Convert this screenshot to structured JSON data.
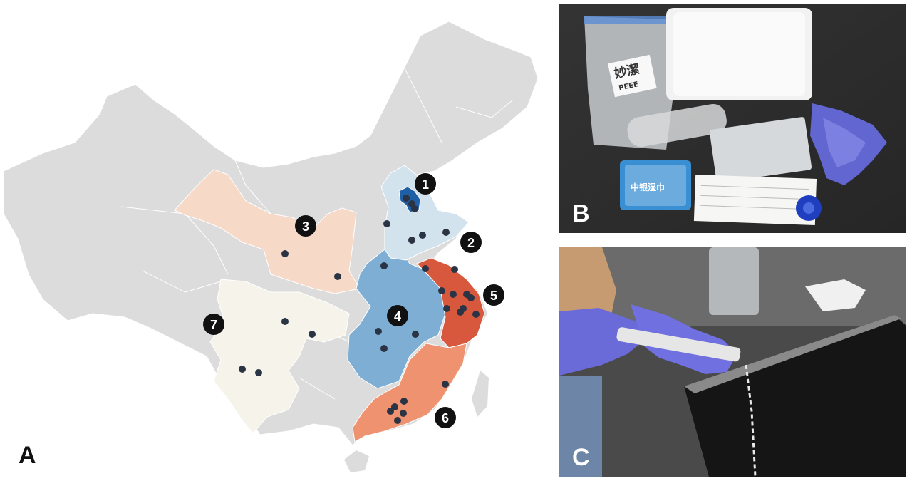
{
  "figure": {
    "panels": [
      {
        "letter": "A"
      },
      {
        "letter": "B"
      },
      {
        "letter": "C"
      }
    ],
    "map": {
      "region_markers": [
        "1",
        "2",
        "3",
        "4",
        "5",
        "6",
        "7"
      ],
      "colors": {
        "background_land": "#dcdcdc",
        "region_1_dark": "#1f5fa6",
        "region_1_light": "#d3e3ee",
        "region_3": "#f7d9c7",
        "region_4": "#7eaed4",
        "region_5": "#d8583e",
        "region_6": "#ef9270",
        "region_7": "#f6f4ea",
        "site_dot": "#2b3445"
      }
    },
    "photo_b": {
      "bag_brand": "妙潔",
      "bag_brand_latin": "PEEE",
      "wipes_label": "中银湿巾"
    }
  }
}
